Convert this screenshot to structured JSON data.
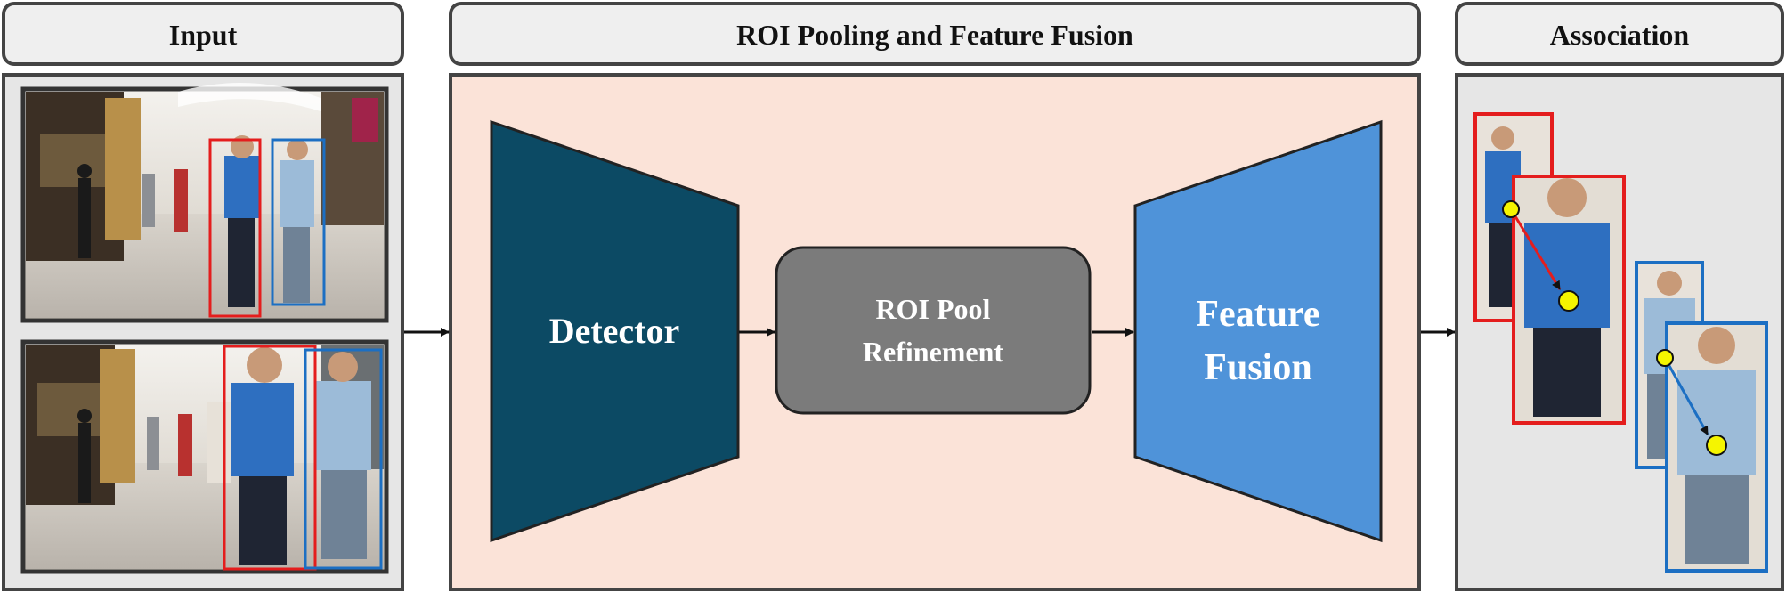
{
  "sections": {
    "input": {
      "title": "Input"
    },
    "roi": {
      "title": "ROI Pooling and Feature Fusion"
    },
    "association": {
      "title": "Association"
    }
  },
  "blocks": {
    "detector": {
      "label": "Detector"
    },
    "roi_pool": {
      "line1": "ROI Pool",
      "line2": "Refinement"
    },
    "feature_fusion": {
      "line1": "Feature",
      "line2": "Fusion"
    }
  },
  "colors": {
    "header_fill": "#efefef",
    "panel_border": "#444444",
    "roi_panel_bg": "#fbe3d8",
    "detector": "#0c4a64",
    "roi_pool": "#7b7b7b",
    "feature_fusion": "#4f93d9",
    "box_red": "#e41d1d",
    "box_blue": "#1c6fc3",
    "point_yellow": "#f5f500"
  },
  "icons": {
    "input_frames": "mall-pedestrian-photo",
    "association_crops": "person-crop-image",
    "arrows": "arrow-right-icon"
  }
}
